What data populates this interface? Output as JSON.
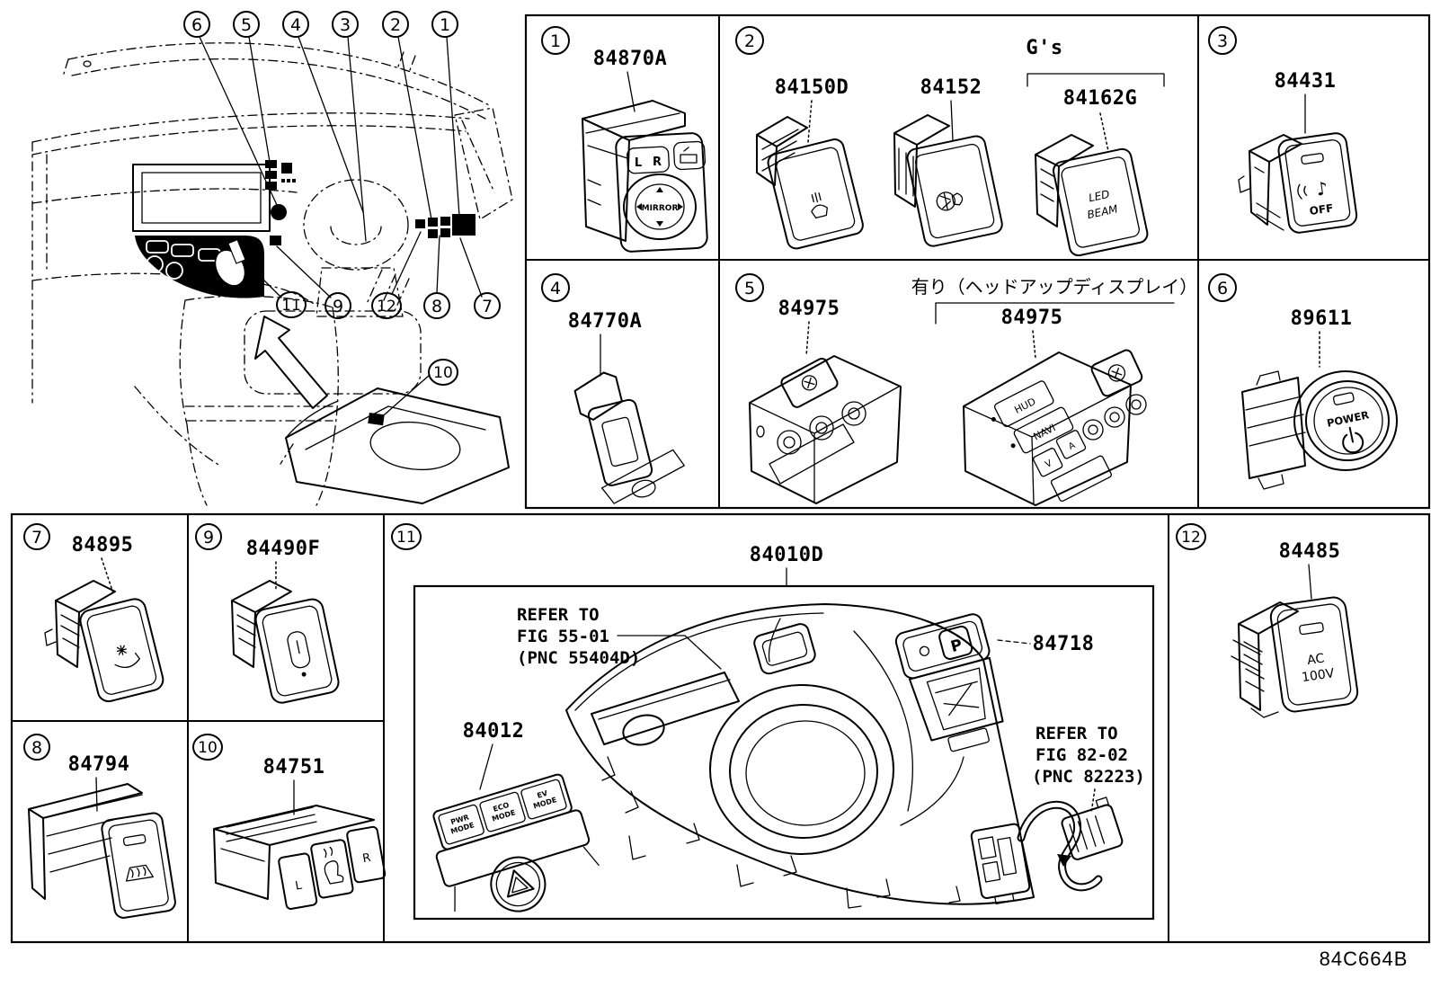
{
  "diagram_code": "84C664B",
  "inset": {
    "callouts_top": [
      "6",
      "5",
      "4",
      "3",
      "2",
      "1"
    ],
    "callouts_bottom": [
      "11",
      "9",
      "12",
      "8",
      "7"
    ],
    "callout_console": "10"
  },
  "cells": {
    "c1": {
      "num": "1",
      "part": "84870A",
      "face_l": "L",
      "face_r": "R",
      "face_knob": "MIRROR"
    },
    "c2": {
      "num": "2",
      "part_a": "84150D",
      "part_b": "84152",
      "group_label": "G's",
      "part_c": "84162G",
      "face_c1": "LED",
      "face_c2": "BEAM"
    },
    "c3": {
      "num": "3",
      "part": "84431",
      "face_icon": "♪",
      "face_off": "OFF"
    },
    "c4": {
      "num": "4",
      "part": "84770A"
    },
    "c5": {
      "num": "5",
      "part_a": "84975",
      "note": "有り（ヘッドアップディスプレイ）",
      "part_b": "84975",
      "face_hud": "HUD",
      "face_navi": "NAVI",
      "face_v": "V",
      "face_a": "A"
    },
    "c6": {
      "num": "6",
      "part": "89611",
      "face_power": "POWER"
    },
    "c7": {
      "num": "7",
      "part": "84895"
    },
    "c8": {
      "num": "8",
      "part": "84794"
    },
    "c9": {
      "num": "9",
      "part": "84490F"
    },
    "c10": {
      "num": "10",
      "part": "84751",
      "face_l": "L",
      "face_r": "R"
    },
    "c11": {
      "num": "11",
      "part_main": "84010D",
      "refer1": [
        "REFER TO",
        "FIG 55-01",
        "(PNC 55404D)"
      ],
      "part_cluster": "84012",
      "cluster_labels": [
        [
          "PWR",
          "MODE"
        ],
        [
          "ECO",
          "MODE"
        ],
        [
          "EV",
          "MODE"
        ]
      ],
      "part_parking": "84718",
      "face_p": "P",
      "refer2": [
        "REFER TO",
        "FIG 82-02",
        "(PNC 82223)"
      ]
    },
    "c12": {
      "num": "12",
      "part": "84485",
      "face_ac": "AC",
      "face_volt": "100V"
    }
  }
}
